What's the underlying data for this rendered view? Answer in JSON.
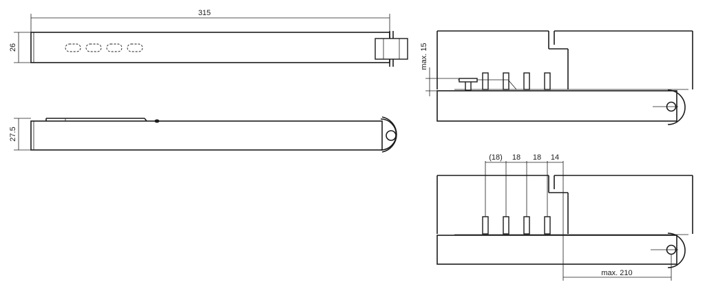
{
  "dimensions": {
    "length": "315",
    "height_top": "26",
    "height_side": "27.5",
    "max_gap": "max. 15",
    "pitch_1": "(18)",
    "pitch_2": "18",
    "pitch_3": "18",
    "pitch_4": "14",
    "max_reach": "max. 210"
  }
}
